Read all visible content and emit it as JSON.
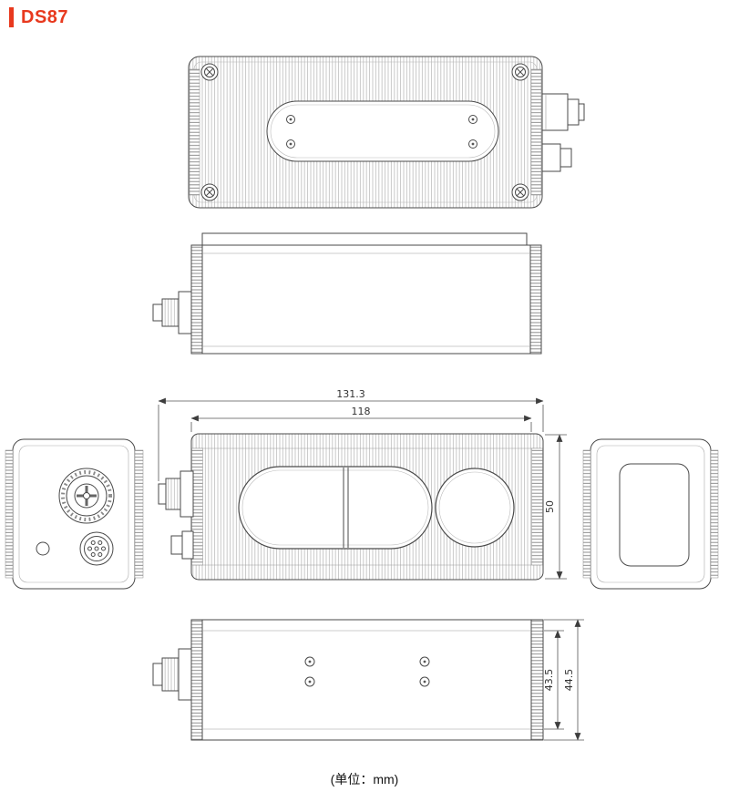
{
  "header": {
    "title": "DS87"
  },
  "dims": {
    "overall_length": "131.3",
    "body_length": "118",
    "height": "50",
    "depth_inner": "43.5",
    "depth_overall": "44.5"
  },
  "footer": {
    "unit_note": "(单位：mm)"
  },
  "colors": {
    "accent_red": "#e8391e"
  }
}
